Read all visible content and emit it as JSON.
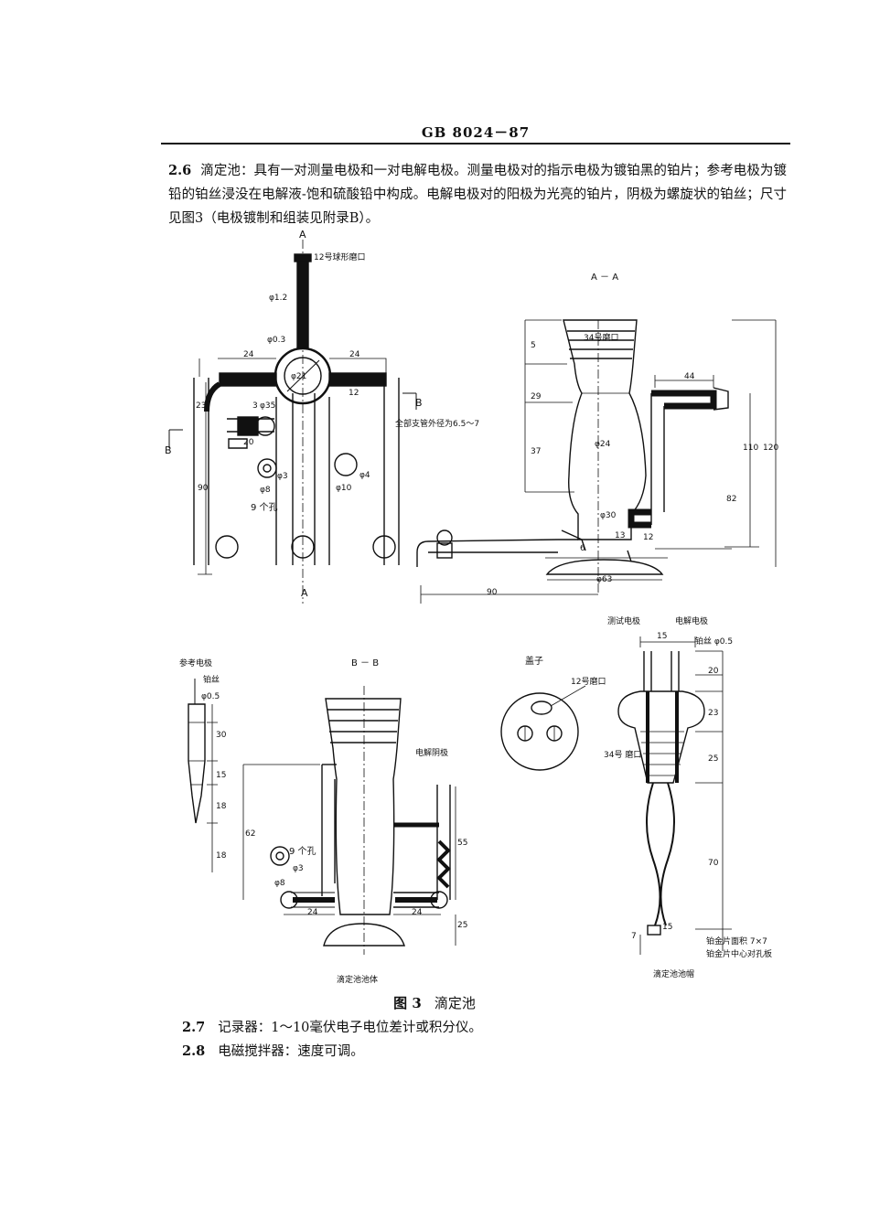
{
  "header": {
    "doc_id": "GB 8024－87"
  },
  "section_2_6": {
    "number": "2.6",
    "text": "滴定池：具有一对测量电极和一对电解电极。测量电极对的指示电极为镀铂黑的铂片；参考电极为镀铅的铂丝浸没在电解液-饱和硫酸铅中构成。电解电极对的阳极为光亮的铂片，阴极为螺旋状的铂丝；尺寸见图3（电极镀制和组装见附录B）。"
  },
  "figure": {
    "number": "图 3",
    "title": "滴定池",
    "labels": {
      "section_a_top": "A",
      "section_a_bottom": "A",
      "section_b_left": "B",
      "section_b_right": "B",
      "ball_joint": "12号球形磨口",
      "phi_1_2": "φ1.2",
      "phi_0_3": "φ0.3",
      "phi_21": "φ21",
      "phi_3_5": "φ35",
      "phi_8a": "φ8",
      "phi_3a": "φ3",
      "phi_10": "φ10",
      "phi_4": "φ4",
      "nine_holes_a": "9 个孔",
      "branch_od": "全部支管外径为6.5～7",
      "view_aa": "A － A",
      "joint_34a": "34号磨口",
      "phi_24": "φ24",
      "phi_30": "φ30",
      "phi_63": "φ63",
      "ref_electrode": "参考电极",
      "pt_wire": "铂丝",
      "phi_0_5a": "φ0.5",
      "view_bb": "B － B",
      "cathode": "电解阴极",
      "nine_holes_b": "9 个孔",
      "phi_3b": "φ3",
      "phi_8b": "φ8",
      "cell_body": "滴定池池体",
      "cap": "盖子",
      "joint_12": "12号磨口",
      "measure_electrode": "测试电极",
      "electrolysis_electrode": "电解电极",
      "pt_wire_05": "铂丝 φ0.5",
      "joint_34b": "34号\n磨口",
      "pt_area": "铂金片面积 7×7",
      "pt_center": "铂金片中心对孔板",
      "cell_cap": "滴定池池帽"
    },
    "dims": {
      "d24a": "24",
      "d24b": "24",
      "d23": "23",
      "d3": "3",
      "d12a": "12",
      "d20": "20",
      "d90a": "90",
      "d5": "5",
      "d29": "29",
      "d37": "37",
      "d44": "44",
      "d13": "13",
      "d12b": "12",
      "d110": "110",
      "d120": "120",
      "d82": "82",
      "d6": "6",
      "d90b": "90",
      "d30": "30",
      "d15a": "15",
      "d18a": "18",
      "d18b": "18",
      "d62": "62",
      "d55": "55",
      "d25a": "25",
      "d24c": "24",
      "d24d": "24",
      "d15b": "15",
      "d20b": "20",
      "d23b": "23",
      "d25b": "25",
      "d70": "70",
      "d15c": "15",
      "d7": "7"
    }
  },
  "item_2_7": {
    "number": "2.7",
    "text": "记录器：1～10毫伏电子电位差计或积分仪。"
  },
  "item_2_8": {
    "number": "2.8",
    "text": "电磁搅拌器：速度可调。"
  }
}
